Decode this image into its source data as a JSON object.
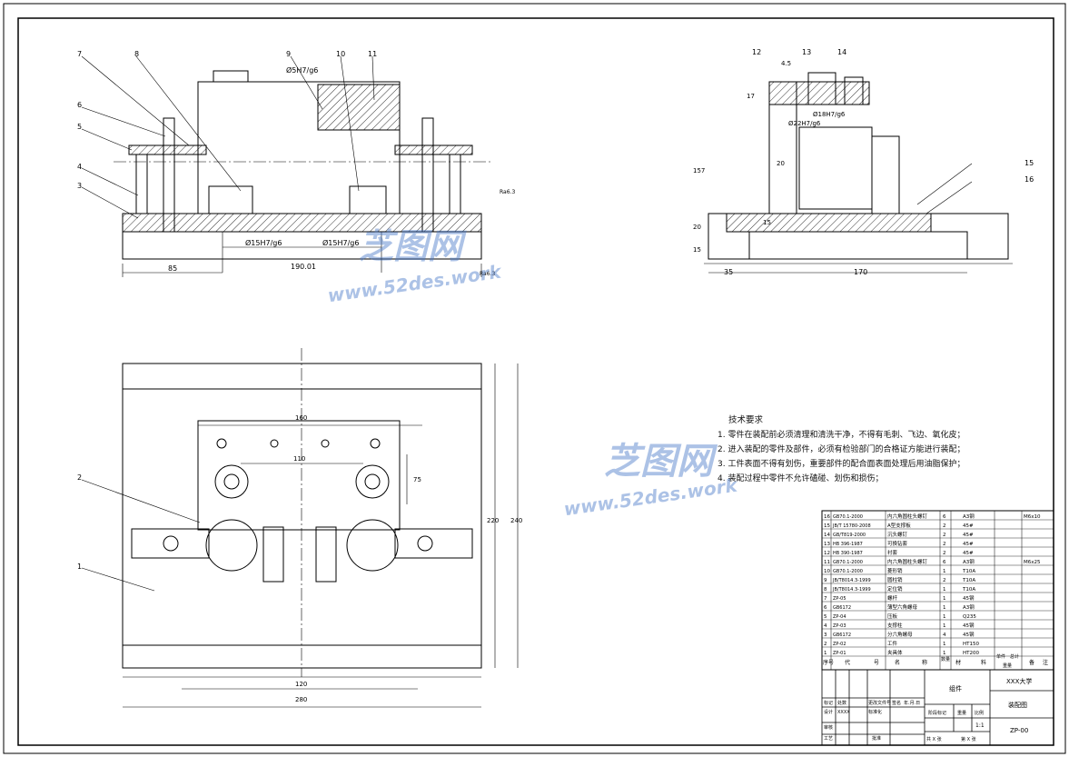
{
  "drawing": {
    "front_view": {
      "balloons": [
        "7",
        "8",
        "9",
        "10",
        "11",
        "6",
        "5",
        "4",
        "3"
      ],
      "fits": [
        "Ø5H7/g6",
        "Ø15H7/g6",
        "Ø15H7/g6"
      ],
      "dims": [
        "85",
        "190.01"
      ],
      "roughness": [
        "Ra6.3",
        "Ra6.3"
      ]
    },
    "side_view": {
      "balloons": [
        "12",
        "13",
        "14",
        "15",
        "16"
      ],
      "fits": [
        "Ø18H7/g6",
        "Ø22H7/g6"
      ],
      "dims": [
        "4.5",
        "17",
        "157",
        "20",
        "20",
        "15",
        "15",
        "35",
        "170"
      ]
    },
    "top_view": {
      "balloons": [
        "2",
        "1"
      ],
      "dims": [
        "160",
        "110",
        "75",
        "220",
        "240",
        "120",
        "280"
      ]
    }
  },
  "notes": {
    "title": "技术要求",
    "items": [
      "1. 零件在装配前必须清理和清洗干净，不得有毛刺、飞边、氧化皮；",
      "2. 进入装配的零件及部件，必须有检验部门的合格证方能进行装配；",
      "3. 工件表面不得有划伤，重要部件的配合面表面处理后用油脂保护；",
      "4. 装配过程中零件不允许磕碰、划伤和损伤；"
    ]
  },
  "bom": {
    "rows": [
      {
        "no": "16",
        "code": "GB70.1-2000",
        "name": "内六角圆柱头螺钉",
        "qty": "6",
        "mat": "A3钢",
        "note": "M6x10"
      },
      {
        "no": "15",
        "code": "JB/T 15780-2008",
        "name": "A型支撑板",
        "qty": "2",
        "mat": "45#",
        "note": ""
      },
      {
        "no": "14",
        "code": "GB/T819-2000",
        "name": "沉头螺钉",
        "qty": "2",
        "mat": "45#",
        "note": ""
      },
      {
        "no": "13",
        "code": "HB 396-1987",
        "name": "可换钻套",
        "qty": "2",
        "mat": "45#",
        "note": ""
      },
      {
        "no": "12",
        "code": "HB 390-1987",
        "name": "衬套",
        "qty": "2",
        "mat": "45#",
        "note": ""
      },
      {
        "no": "11",
        "code": "GB70.1-2000",
        "name": "内六角圆柱头螺钉",
        "qty": "6",
        "mat": "A3钢",
        "note": "M6x25"
      },
      {
        "no": "10",
        "code": "GB70.1-2000",
        "name": "菱形销",
        "qty": "1",
        "mat": "T10A",
        "note": ""
      },
      {
        "no": "9",
        "code": "JB/T8014.3-1999",
        "name": "圆柱销",
        "qty": "2",
        "mat": "T10A",
        "note": ""
      },
      {
        "no": "8",
        "code": "JB/T8014.3-1999",
        "name": "定位销",
        "qty": "1",
        "mat": "T10A",
        "note": ""
      },
      {
        "no": "7",
        "code": "ZP-05",
        "name": "螺杆",
        "qty": "1",
        "mat": "45钢",
        "note": ""
      },
      {
        "no": "6",
        "code": "GB6172",
        "name": "薄型六角螺母",
        "qty": "1",
        "mat": "A3钢",
        "note": ""
      },
      {
        "no": "5",
        "code": "ZP-04",
        "name": "压板",
        "qty": "1",
        "mat": "Q235",
        "note": ""
      },
      {
        "no": "4",
        "code": "ZP-03",
        "name": "支撑柱",
        "qty": "1",
        "mat": "45钢",
        "note": ""
      },
      {
        "no": "3",
        "code": "GB6172",
        "name": "分六角螺母",
        "qty": "4",
        "mat": "45钢",
        "note": ""
      },
      {
        "no": "2",
        "code": "ZP-02",
        "name": "工件",
        "qty": "1",
        "mat": "HT150",
        "note": ""
      },
      {
        "no": "1",
        "code": "ZP-01",
        "name": "夹具体",
        "qty": "1",
        "mat": "HT200",
        "note": ""
      }
    ],
    "header": [
      "序号",
      "代",
      "号",
      "名",
      "称",
      "数量",
      "材",
      "料",
      "单件",
      "总计",
      "备",
      "注"
    ],
    "header_weight": "重量"
  },
  "titleblock": {
    "school": "XXX大学",
    "part": "组件",
    "drawing_name": "装配图",
    "code": "ZP-00",
    "labels": [
      "标记",
      "处数",
      "更改文件号",
      "签名",
      "年.月.日",
      "设计",
      "XXXX",
      "标准化",
      "审核",
      "工艺",
      "批准",
      "阶段标记",
      "重量",
      "比例",
      "共 X 张",
      "第 X 张"
    ],
    "scale": "1:1"
  },
  "watermark": {
    "brand": "芝图网",
    "url": "www.52des.work"
  }
}
